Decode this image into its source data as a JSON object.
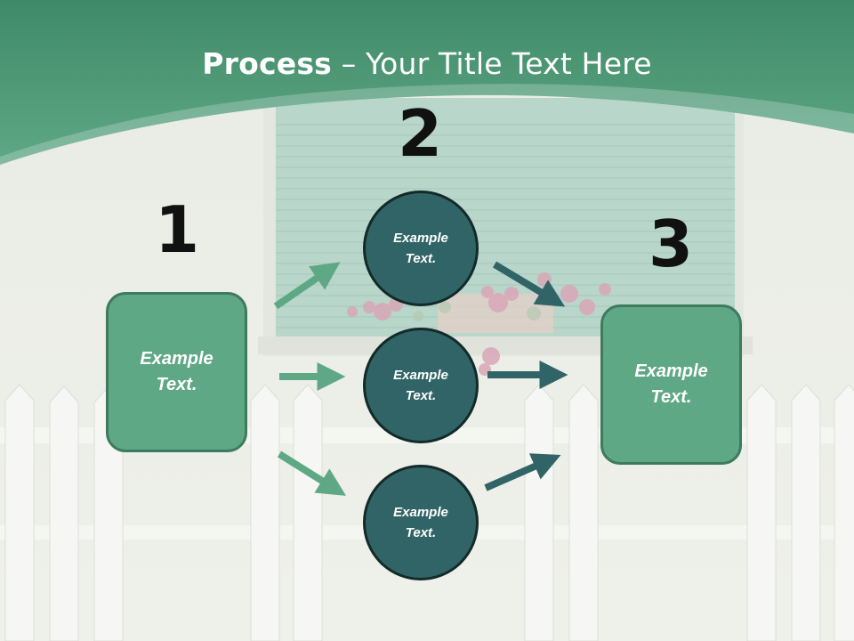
{
  "title": {
    "bold": "Process",
    "rest": " – Your Title Text Here"
  },
  "steps": {
    "one": "1",
    "two": "2",
    "three": "3"
  },
  "left_box": {
    "label": "Example\nText."
  },
  "right_box": {
    "label": "Example\nText."
  },
  "circles": [
    {
      "label": "Example\nText."
    },
    {
      "label": "Example\nText."
    },
    {
      "label": "Example\nText."
    }
  ],
  "colors": {
    "header_green": "#4e9a78",
    "box_green": "#5ea886",
    "circle_teal": "#316466",
    "arrow_green": "#5ea886",
    "arrow_teal": "#316466"
  }
}
